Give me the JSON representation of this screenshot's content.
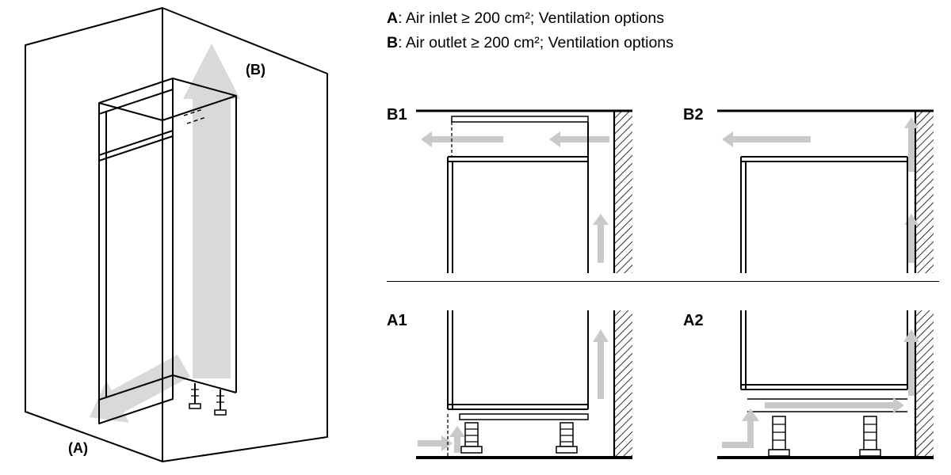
{
  "legend": {
    "lines": [
      {
        "prefix": "A",
        "text": ": Air inlet ≥ 200 cm²; Ventilation options"
      },
      {
        "prefix": "B",
        "text": ": Air outlet ≥ 200 cm²; Ventilation options"
      }
    ]
  },
  "iso": {
    "label_top": "(B)",
    "label_bottom": "(A)"
  },
  "panels": {
    "b1": "B1",
    "b2": "B2",
    "a1": "A1",
    "a2": "A2"
  },
  "colors": {
    "line": "#000000",
    "arrow_large": "#d9d9d9",
    "arrow_small": "#c9c9c9",
    "background": "#ffffff"
  }
}
